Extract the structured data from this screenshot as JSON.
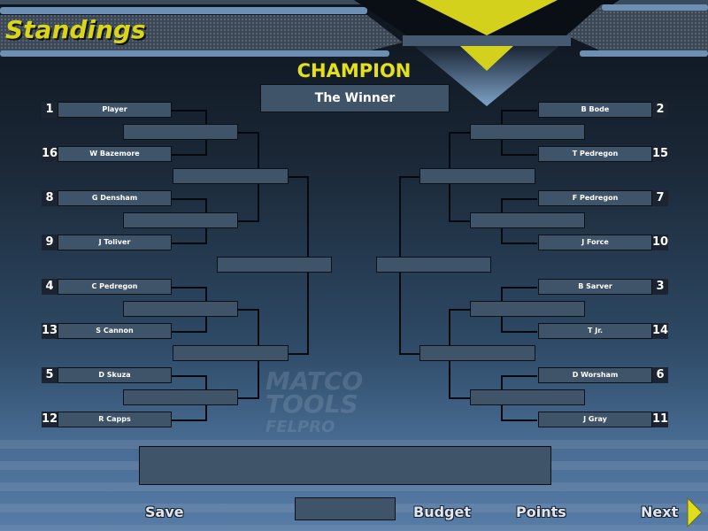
{
  "header": {
    "title": "Standings"
  },
  "champion": {
    "label": "CHAMPION",
    "winner": "The Winner"
  },
  "watermark": [
    "MATCO",
    "TOOLS",
    "FELPRO"
  ],
  "left_seeds": [
    {
      "seed": "1",
      "name": "Player"
    },
    {
      "seed": "16",
      "name": "W Bazemore"
    },
    {
      "seed": "8",
      "name": "G Densham"
    },
    {
      "seed": "9",
      "name": "J Toliver"
    },
    {
      "seed": "4",
      "name": "C Pedregon"
    },
    {
      "seed": "13",
      "name": "S Cannon"
    },
    {
      "seed": "5",
      "name": "D Skuza"
    },
    {
      "seed": "12",
      "name": "R Capps"
    }
  ],
  "right_seeds": [
    {
      "seed": "2",
      "name": "B Bode"
    },
    {
      "seed": "15",
      "name": "T Pedregon"
    },
    {
      "seed": "7",
      "name": "F Pedregon"
    },
    {
      "seed": "10",
      "name": "J Force"
    },
    {
      "seed": "3",
      "name": "B Sarver"
    },
    {
      "seed": "14",
      "name": "T Jr."
    },
    {
      "seed": "6",
      "name": "D Worsham"
    },
    {
      "seed": "11",
      "name": "J Gray"
    }
  ],
  "footer": {
    "save": "Save",
    "budget": "Budget",
    "points": "Points",
    "next": "Next"
  },
  "colors": {
    "accent": "#d4d11c",
    "box": "#3f5369"
  }
}
